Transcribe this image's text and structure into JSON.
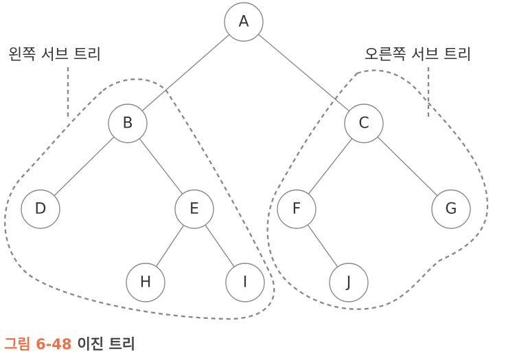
{
  "tree": {
    "nodes": [
      {
        "id": "A",
        "label": "A"
      },
      {
        "id": "B",
        "label": "B"
      },
      {
        "id": "C",
        "label": "C"
      },
      {
        "id": "D",
        "label": "D"
      },
      {
        "id": "E",
        "label": "E"
      },
      {
        "id": "F",
        "label": "F"
      },
      {
        "id": "G",
        "label": "G"
      },
      {
        "id": "H",
        "label": "H"
      },
      {
        "id": "I",
        "label": "I"
      },
      {
        "id": "J",
        "label": "J"
      }
    ],
    "edges": [
      [
        "A",
        "B"
      ],
      [
        "A",
        "C"
      ],
      [
        "B",
        "D"
      ],
      [
        "B",
        "E"
      ],
      [
        "E",
        "H"
      ],
      [
        "E",
        "I"
      ],
      [
        "C",
        "F"
      ],
      [
        "C",
        "G"
      ],
      [
        "F",
        "J"
      ]
    ]
  },
  "subtrees": {
    "left_label": "왼쪽 서브 트리",
    "right_label": "오른쪽 서브 트리"
  },
  "caption": {
    "number": "그림 6-48",
    "title": "이진 트리"
  },
  "colors": {
    "caption_accent": "#e8734a",
    "line": "#8a8a8a"
  }
}
